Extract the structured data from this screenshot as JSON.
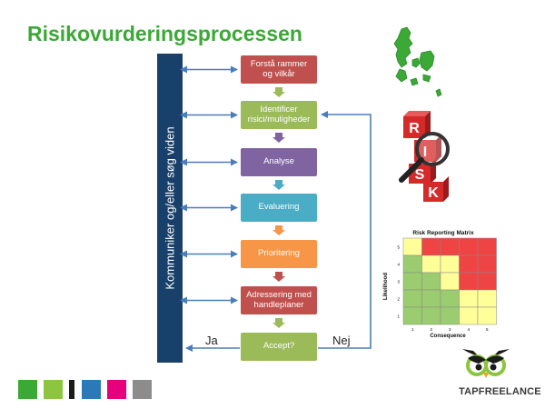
{
  "title": "Risikovurderingsprocessen",
  "sidebar_label": "Kommuniker og/eller søg viden",
  "steps": [
    {
      "label": "Forstå rammer\nog vilkår",
      "color": "#c0504d"
    },
    {
      "label": "Identificer\nrisici/muligheder",
      "color": "#9bbb59"
    },
    {
      "label": "Analyse",
      "color": "#8064a2"
    },
    {
      "label": "Evaluering",
      "color": "#4bacc6"
    },
    {
      "label": "Prioritering",
      "color": "#f79646"
    },
    {
      "label": "Adressering med\nhandleplaner",
      "color": "#c0504d"
    },
    {
      "label": "Accept?",
      "color": "#9bbb59"
    }
  ],
  "yes_label": "Ja",
  "no_label": "Nej",
  "matrix": {
    "title": "Risk Reporting Matrix",
    "xlabel": "Consequence",
    "ylabel": "Likelihood",
    "x_ticks": [
      "1",
      "2",
      "3",
      "4",
      "5"
    ],
    "y_ticks": [
      "1",
      "2",
      "3",
      "4",
      "5"
    ]
  },
  "risk_letters": [
    "R",
    "I",
    "S",
    "K"
  ],
  "brand": "TAPFREELANCE",
  "swatch_colors": [
    "#3aa935",
    "#8cc63f",
    "#1b1b1b",
    "#2a7ab9",
    "#e6007e",
    "#8c8c8c"
  ],
  "arrow_color": "#4a7ebb"
}
